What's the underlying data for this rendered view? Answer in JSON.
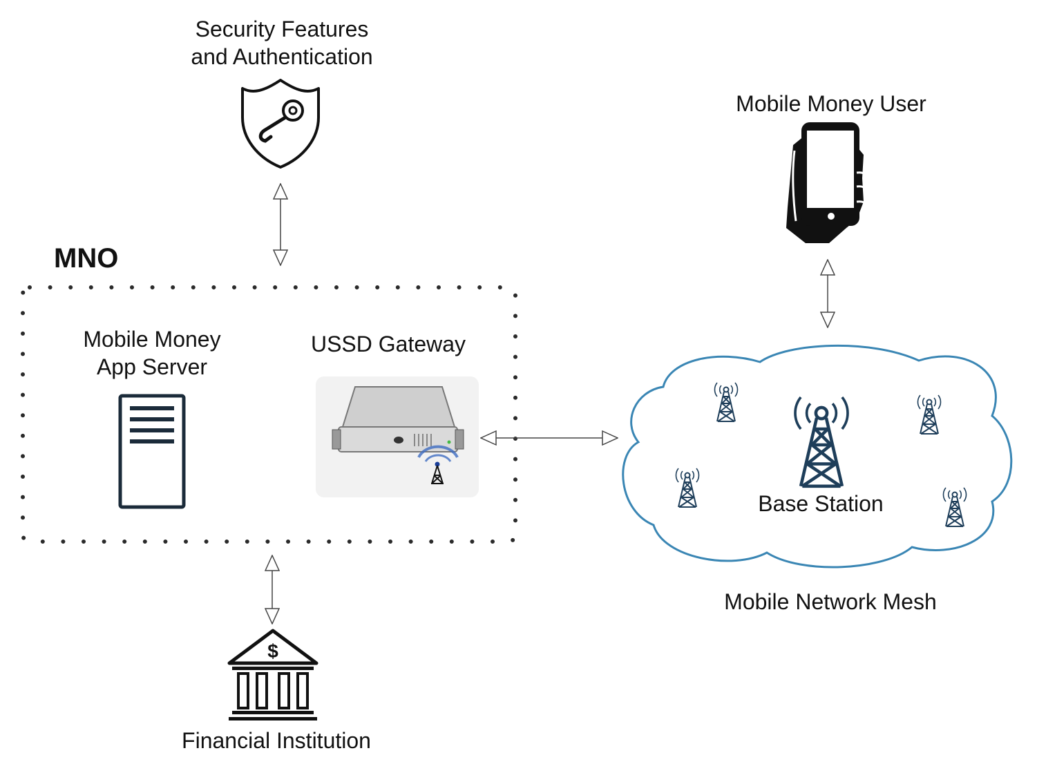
{
  "security": {
    "line1": "Security Features",
    "line2": "and Authentication"
  },
  "mno": {
    "title": "MNO"
  },
  "app_server": {
    "line1": "Mobile Money",
    "line2": "App Server"
  },
  "ussd": {
    "label": "USSD Gateway"
  },
  "user": {
    "label": "Mobile Money User"
  },
  "cloud": {
    "base_station": "Base Station",
    "label": "Mobile Network Mesh"
  },
  "bank": {
    "label": "Financial Institution",
    "symbol": "$"
  },
  "colors": {
    "tower": "#1e3e5a",
    "cloud": "#3a86b4",
    "dots": "#2a2a2a",
    "arrow": "#444444"
  }
}
